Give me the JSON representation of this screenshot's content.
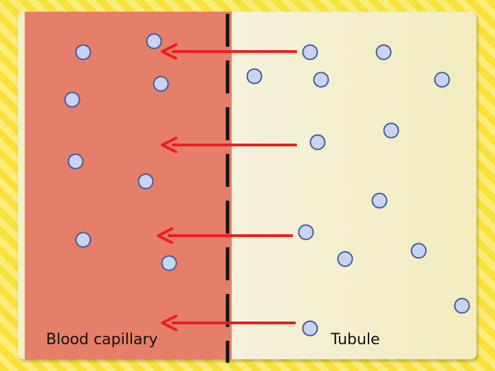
{
  "labels": {
    "capillary": "Blood capillary",
    "tubule": "Tubule"
  },
  "colors": {
    "capillary": "#e57f69",
    "tubule": "#f4efc4",
    "particle_fill": "#c9d3f2",
    "particle_stroke": "#3e5a9e",
    "arrow": "#ee1c1c",
    "membrane": "#111111"
  },
  "icons": {
    "particle": "circle",
    "arrow": "left-arrow"
  }
}
